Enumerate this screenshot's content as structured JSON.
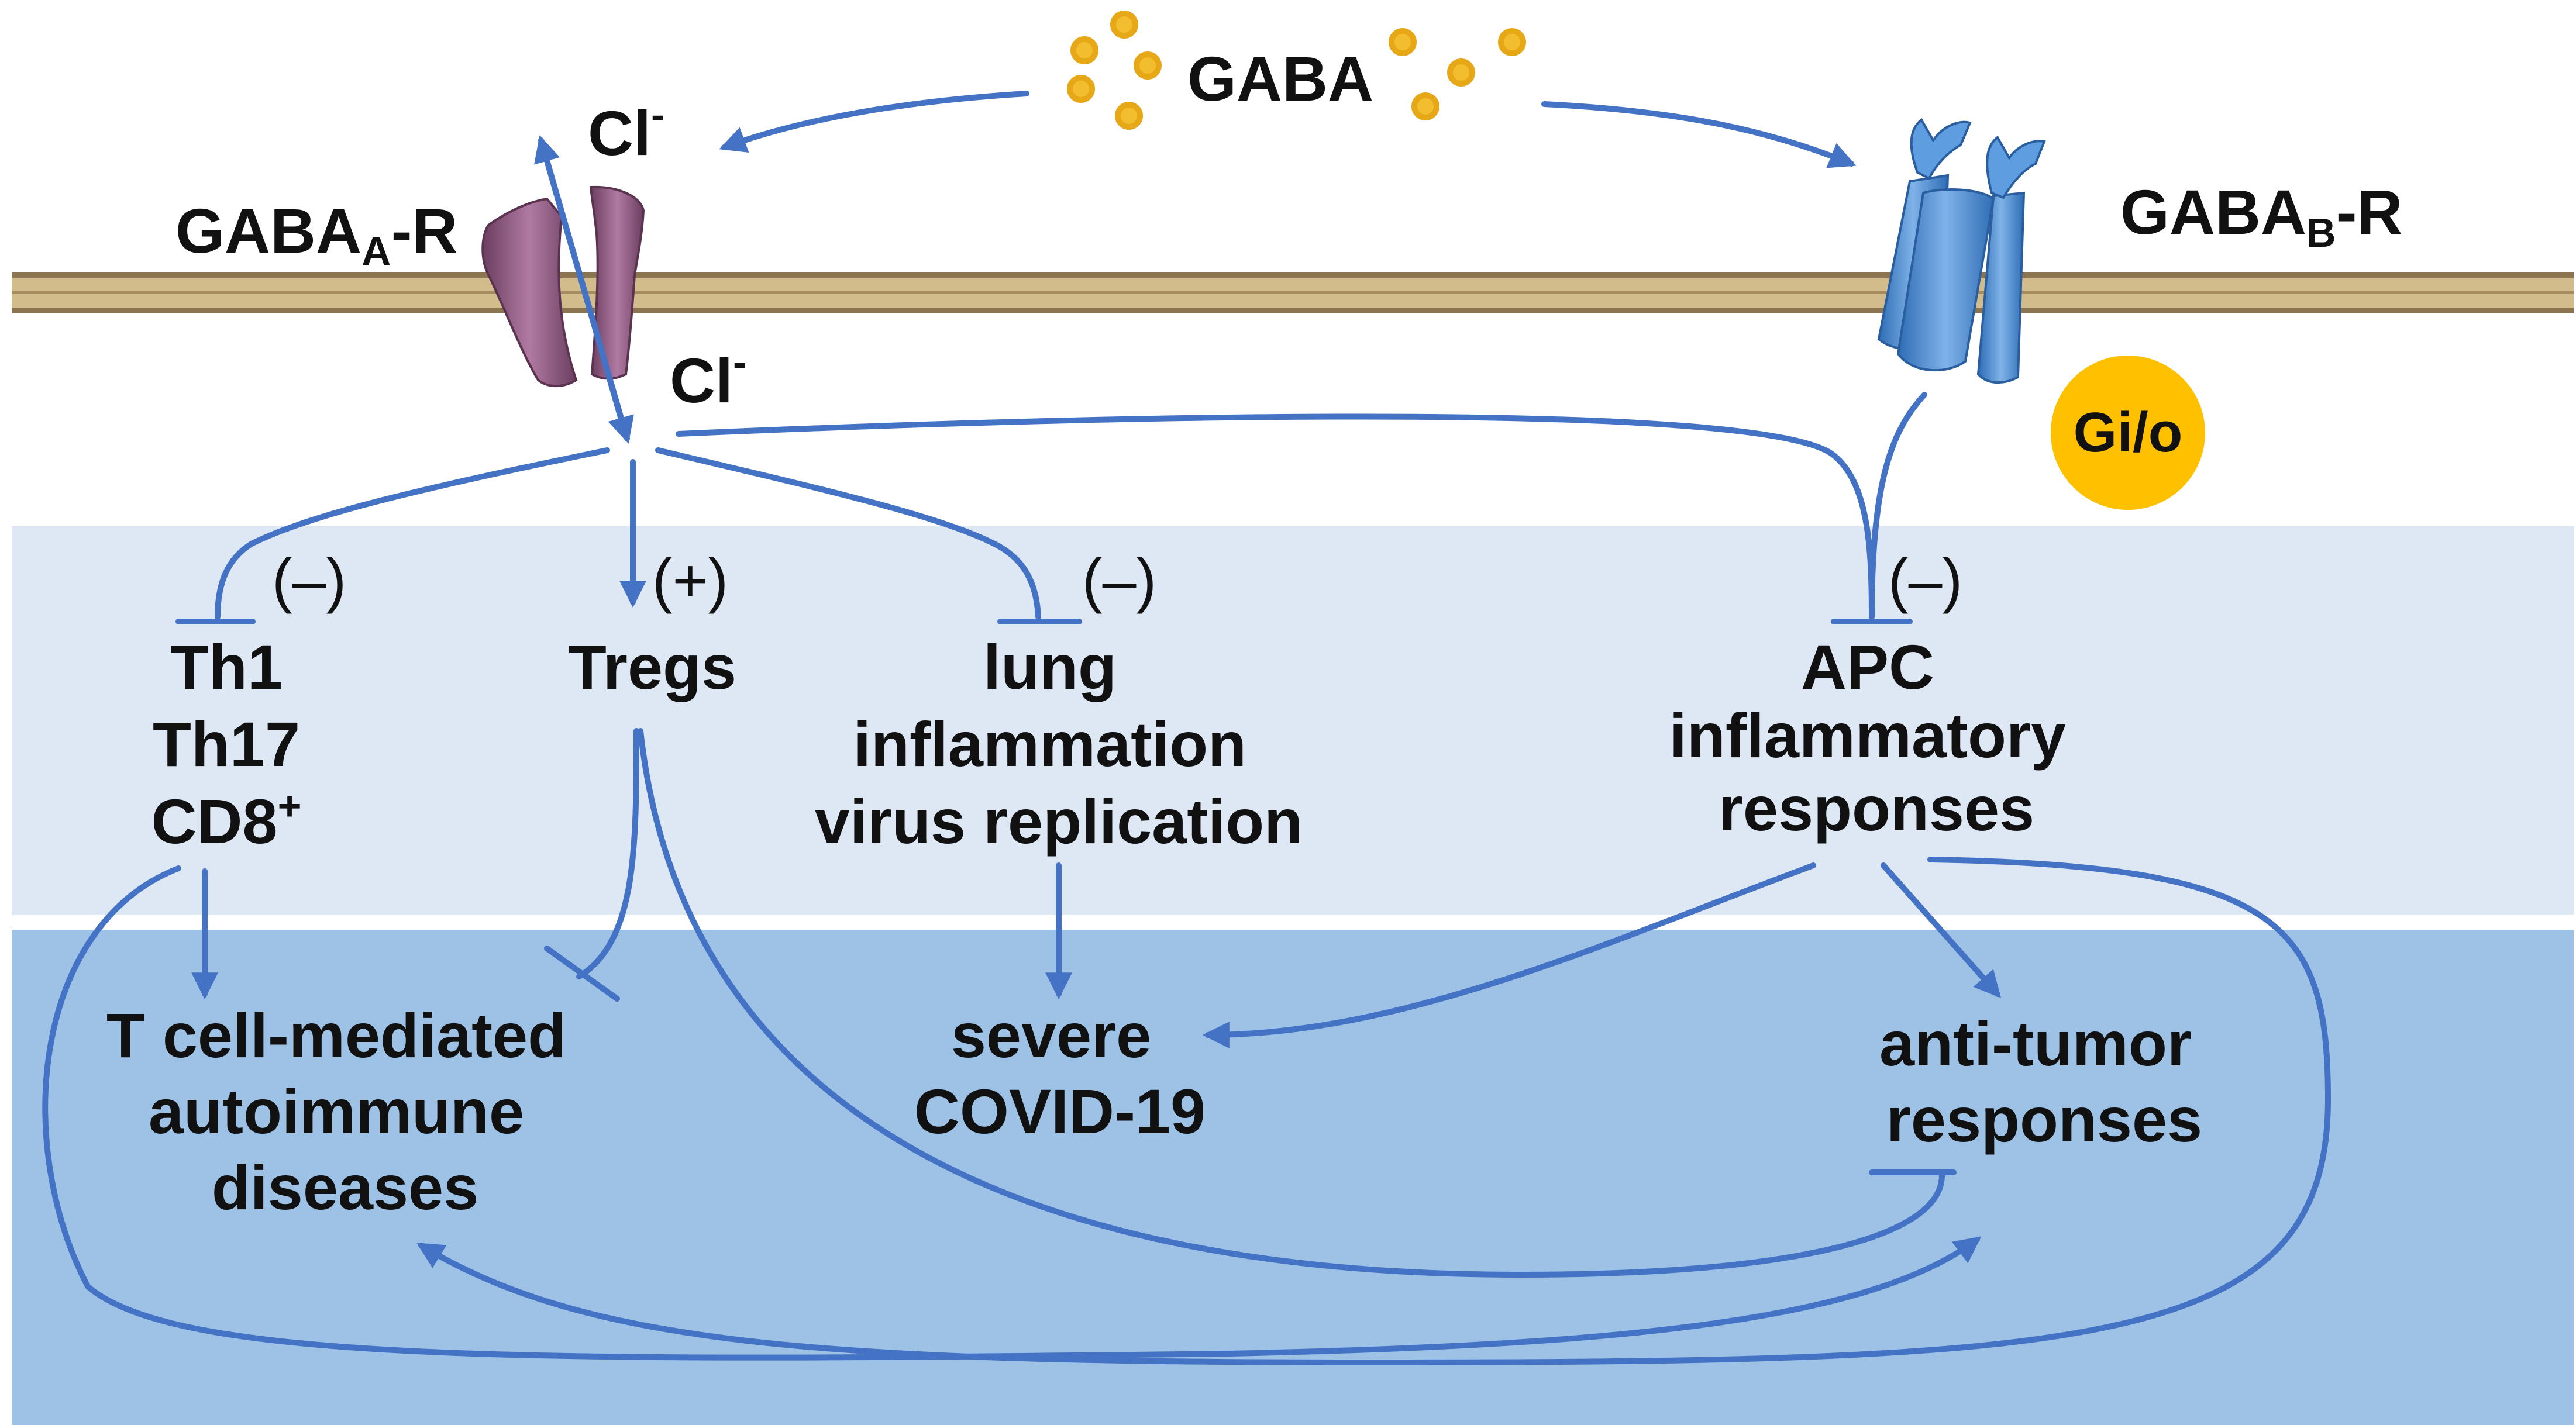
{
  "colors": {
    "arrow": "#4472C4",
    "membrane_top": "#8B7450",
    "membrane_fill": "#D2BC8C",
    "inner_band": "#DEE8F5",
    "outer_band": "#9DC2E6",
    "gaba_dot": "#E6A817",
    "gaba_dot_fill": "#F2BD2E",
    "gio_circle": "#FFC000",
    "gaba_a_receptor": "#8A5A7E",
    "gaba_b_receptor": "#4D8FD4"
  },
  "icons": [
    "gaba-molecule-dot-icon",
    "gaba-a-receptor-channel-icon",
    "gaba-b-receptor-icon"
  ],
  "ligand": {
    "label": "GABA"
  },
  "ions": {
    "top": "Cl",
    "bottom": "Cl",
    "charge": "-"
  },
  "receptors": {
    "gaba_a": {
      "prefix": "GABA",
      "sub": "A",
      "suffix": "-R"
    },
    "gaba_b": {
      "prefix": "GABA",
      "sub": "B",
      "suffix": "-R"
    },
    "g_protein": "Gi/o"
  },
  "effects": {
    "th_cells": {
      "sign": "(–)",
      "lines": [
        "Th1",
        "Th17",
        "CD8"
      ],
      "superscript": "+"
    },
    "tregs": {
      "sign": "(+)",
      "label": "Tregs"
    },
    "lung": {
      "sign": "(–)",
      "lines": [
        "lung",
        "inflammation",
        "virus replication"
      ]
    },
    "apc": {
      "sign": "(–)",
      "lines": [
        "APC",
        "inflammatory",
        "responses"
      ]
    }
  },
  "outcomes": {
    "autoimmune": [
      "T cell-mediated",
      "autoimmune",
      "diseases"
    ],
    "covid": [
      "severe",
      "COVID-19"
    ],
    "tumor": [
      "anti-tumor",
      "responses"
    ]
  }
}
